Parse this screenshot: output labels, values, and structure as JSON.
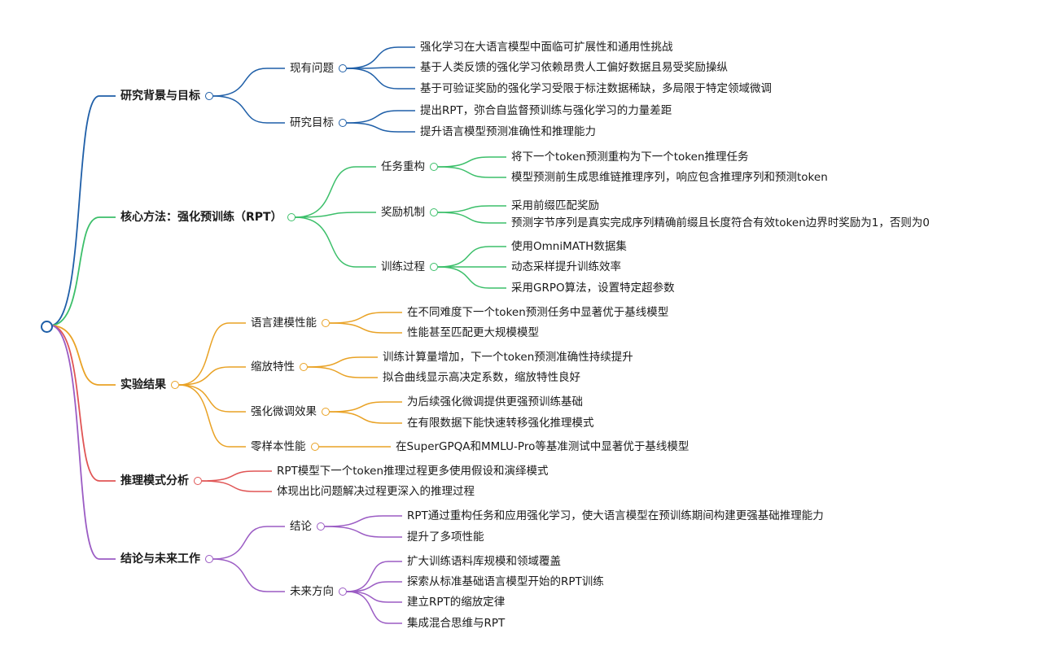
{
  "colors": {
    "blue": "#1f5fa8",
    "green": "#3cbf6a",
    "orange": "#e9a225",
    "red": "#e05555",
    "purple": "#9b5cc4"
  },
  "branches": [
    {
      "label": "研究背景与目标",
      "children": [
        {
          "label": "现有问题",
          "children": [
            "强化学习在大语言模型中面临可扩展性和通用性挑战",
            "基于人类反馈的强化学习依赖昂贵人工偏好数据且易受奖励操纵",
            "基于可验证奖励的强化学习受限于标注数据稀缺，多局限于特定领域微调"
          ]
        },
        {
          "label": "研究目标",
          "children": [
            "提出RPT，弥合自监督预训练与强化学习的力量差距",
            "提升语言模型预测准确性和推理能力"
          ]
        }
      ]
    },
    {
      "label": "核心方法：强化预训练（RPT）",
      "children": [
        {
          "label": "任务重构",
          "children": [
            "将下一个token预测重构为下一个token推理任务",
            "模型预测前生成思维链推理序列，响应包含推理序列和预测token"
          ]
        },
        {
          "label": "奖励机制",
          "children": [
            "采用前缀匹配奖励",
            "预测字节序列是真实完成序列精确前缀且长度符合有效token边界时奖励为1，否则为0"
          ]
        },
        {
          "label": "训练过程",
          "children": [
            "使用OmniMATH数据集",
            "动态采样提升训练效率",
            "采用GRPO算法，设置特定超参数"
          ]
        }
      ]
    },
    {
      "label": "实验结果",
      "children": [
        {
          "label": "语言建模性能",
          "children": [
            "在不同难度下一个token预测任务中显著优于基线模型",
            "性能甚至匹配更大规模模型"
          ]
        },
        {
          "label": "缩放特性",
          "children": [
            "训练计算量增加，下一个token预测准确性持续提升",
            "拟合曲线显示高决定系数，缩放特性良好"
          ]
        },
        {
          "label": "强化微调效果",
          "children": [
            "为后续强化微调提供更强预训练基础",
            "在有限数据下能快速转移强化推理模式"
          ]
        },
        {
          "label": "零样本性能",
          "children": [
            "在SuperGPQA和MMLU-Pro等基准测试中显著优于基线模型"
          ]
        }
      ]
    },
    {
      "label": "推理模式分析",
      "children": [
        "RPT模型下一个token推理过程更多使用假设和演绎模式",
        "体现出比问题解决过程更深入的推理过程"
      ]
    },
    {
      "label": "结论与未来工作",
      "children": [
        {
          "label": "结论",
          "children": [
            "RPT通过重构任务和应用强化学习，使大语言模型在预训练期间构建更强基础推理能力",
            "提升了多项性能"
          ]
        },
        {
          "label": "未来方向",
          "children": [
            "扩大训练语料库规模和领域覆盖",
            "探索从标准基础语言模型开始的RPT训练",
            "建立RPT的缩放定律",
            "集成混合思维与RPT"
          ]
        }
      ]
    }
  ]
}
